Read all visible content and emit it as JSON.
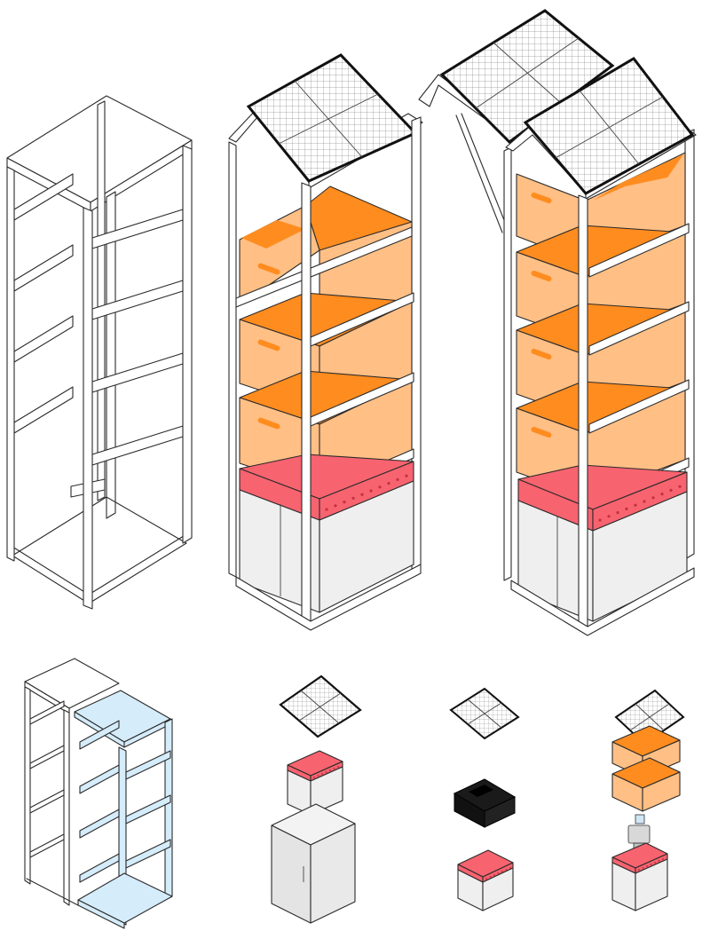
{
  "colors": {
    "frame": "#ffffff",
    "stroke": "#2b2b2b",
    "crate_light": "#ffbf85",
    "crate_dark": "#ff8c1f",
    "battery_top": "#f7636f",
    "battery_body": "#efefef",
    "panel_cell": "#ffffff",
    "panel_frame": "#111111",
    "highlight_blue": "#d5ecfb",
    "charger": "#151515",
    "cabinet": "#e8e8e8"
  },
  "figures": [
    {
      "id": "frame-empty",
      "contents": [
        "frame",
        "shelves"
      ]
    },
    {
      "id": "tower-single-panel",
      "contents": [
        "solar-panel",
        "crate",
        "crate",
        "crate",
        "battery"
      ]
    },
    {
      "id": "tower-double-panel",
      "contents": [
        "solar-panel",
        "solar-panel",
        "crate",
        "crate",
        "crate",
        "crate",
        "battery"
      ]
    }
  ],
  "modules": [
    {
      "id": "frame-shelves-highlight",
      "icon": "shelving-frame-icon"
    },
    {
      "id": "panel-battery-cabinet",
      "icon": "cabinet-icon"
    },
    {
      "id": "panel-charger-battery",
      "icon": "charger-icon"
    },
    {
      "id": "panel-crates-pump-battery",
      "icon": "pump-icon"
    }
  ]
}
